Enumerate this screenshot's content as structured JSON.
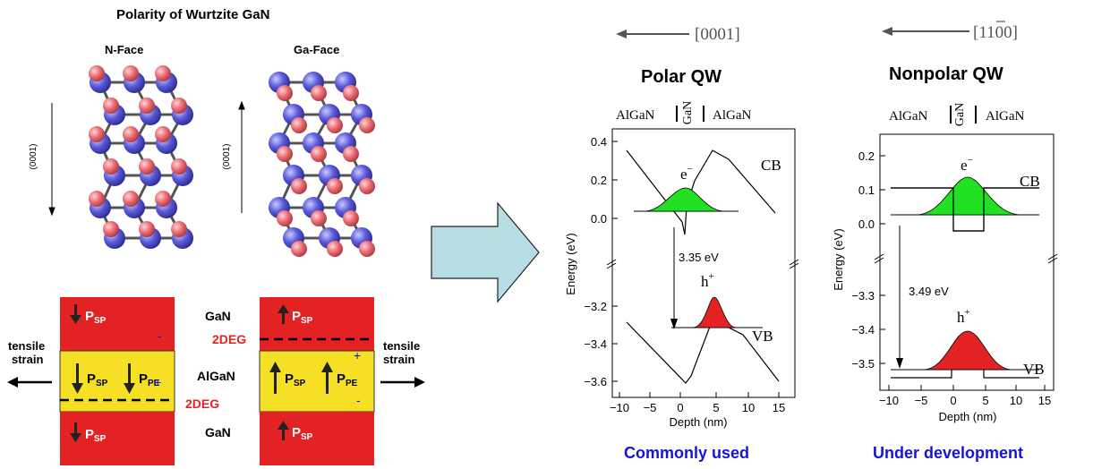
{
  "title": "Polarity of Wurtzite GaN",
  "faces": {
    "n_face": "N-Face",
    "ga_face": "Ga-Face",
    "axis_label": "(0001)"
  },
  "stack": {
    "gan_top": "GaN",
    "algan": "AlGaN",
    "gan_bottom": "GaN",
    "twodeg": "2DEG",
    "tensile": "tensile",
    "strain": "strain",
    "p": "P",
    "sp": "SP",
    "pe": "PE",
    "plus": "+",
    "minus": "-"
  },
  "polar": {
    "direction": "[0001]",
    "title": "Polar QW",
    "layers": [
      "AlGaN",
      "GaN",
      "AlGaN"
    ],
    "ylabel": "Energy (eV)",
    "xlabel": "Depth (nm)",
    "yticks_top": [
      "0.4",
      "0.2",
      "0.0"
    ],
    "yticks_bottom": [
      "−3.2",
      "−3.4",
      "−3.6"
    ],
    "xticks": [
      "−10",
      "−5",
      "0",
      "5",
      "10",
      "15"
    ],
    "cb": "CB",
    "vb": "VB",
    "electron": "e",
    "hole": "h",
    "gap": "3.35 eV",
    "caption": "Commonly used"
  },
  "nonpolar": {
    "direction": "[1100]",
    "title": "Nonpolar QW",
    "layers": [
      "AlGaN",
      "GaN",
      "AlGaN"
    ],
    "ylabel": "Energy (eV)",
    "xlabel": "Depth (nm)",
    "yticks_top": [
      "0.2",
      "0.1",
      "0.0"
    ],
    "yticks_bottom": [
      "−3.3",
      "−3.4",
      "−3.5"
    ],
    "xticks": [
      "−10",
      "−5",
      "0",
      "5",
      "10",
      "15"
    ],
    "cb": "CB",
    "vb": "VB",
    "electron": "e",
    "hole": "h",
    "gap": "3.49 eV",
    "caption": "Under development"
  },
  "colors": {
    "red": "#e32224",
    "yellow": "#f5e026",
    "arrow": "#b5dde3",
    "ball_red": "#ee6f76",
    "ball_blue": "#5b5bd9",
    "caption": "#1515d8",
    "green": "#22e022"
  }
}
